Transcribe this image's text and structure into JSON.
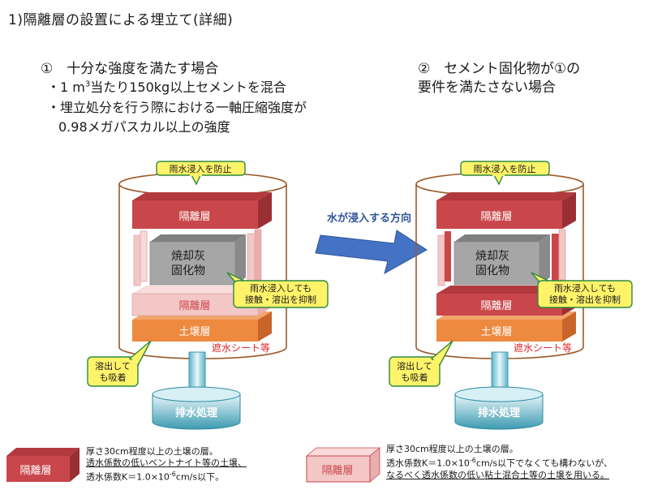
{
  "title": "1)隔離層の設置による埋立て(詳細)",
  "case1": {
    "heading": "①　十分な強度を満たす場合",
    "bullet1_a": "・1 m",
    "bullet1_sup": "3",
    "bullet1_b": "当たり150kg以上セメントを混合",
    "bullet2_line1": "・埋立処分を行う際における一軸圧縮強度が",
    "bullet2_line2": "0.98メガパスカル以上の強度"
  },
  "case2": {
    "heading_line1": "②　セメント固化物が①の",
    "heading_line2": "要件を満たさない場合"
  },
  "arrow_label": "水が浸入する方向",
  "diagram": {
    "rain_callout": "雨水浸入を防止",
    "isolation_top": "隔離層",
    "ash_line1": "焼却灰",
    "ash_line2": "固化物",
    "contact_line1": "雨水浸入しても",
    "contact_line2": "接触・溶出を抑制",
    "isolation_bottom": "隔離層",
    "soil_layer": "土壌層",
    "sheet": "遮水シート等",
    "absorb_line1": "溶出して",
    "absorb_line2": "も吸着",
    "drain": "排水処理"
  },
  "legend": {
    "red_label": "隔離層",
    "red_line1": "厚さ30cm程度以上の土壌の層。",
    "red_line2": "透水係数の低いベントナイト等の土壌、",
    "red_line3": "透水係数K＝1.0×10",
    "red_line3_sup": "-6",
    "red_line3_end": "cm/s以下。",
    "pink_label": "隔離層",
    "pink_line1": "厚さ30cm程度以上の土壌の層。",
    "pink_line2a": "透水係数K＝1.0×10",
    "pink_line2_sup": "-6",
    "pink_line2b": "cm/s以下でなくても構わないが、",
    "pink_line3": "なるべく透水係数の低い粘土混合土等の土壌を用いる。"
  },
  "colors": {
    "red_top": "#b23a3e",
    "red_front": "#c9474b",
    "pink": "#f3c7c6",
    "orange": "#ee8a3f",
    "gray": "#a6a6a6",
    "callout": "#fff36a",
    "cyl": "#9b5a2a",
    "water": "#3d9ab0",
    "arrow": "#4472c4"
  }
}
